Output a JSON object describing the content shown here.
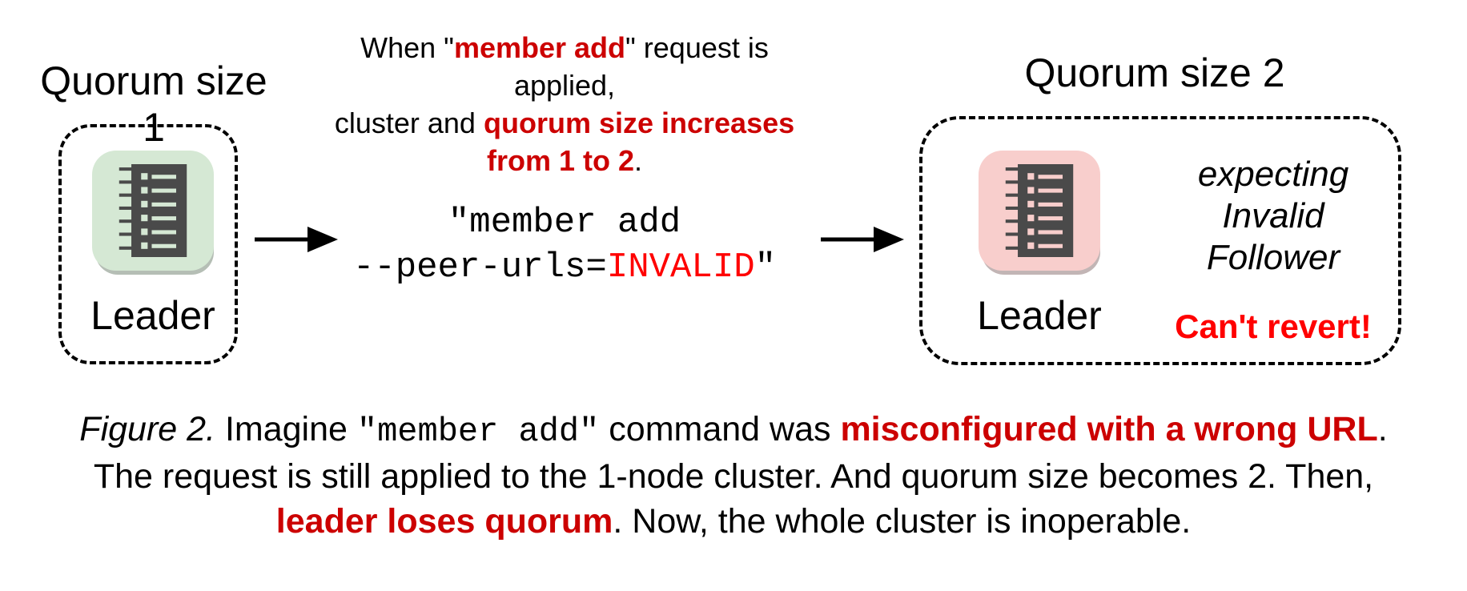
{
  "colors": {
    "red_emphasis": "#cc0000",
    "red_bright": "#ff0000",
    "node_green_bg": "#d5e8d4",
    "node_pink_bg": "#f8cecc",
    "icon_glyph": "#4a4a4a",
    "border": "#000000"
  },
  "left_cluster": {
    "title": "Quorum size 1",
    "node_label": "Leader"
  },
  "annotation": {
    "line1_pre": "When \"",
    "line1_em": "member add",
    "line1_post": "\" request is applied,",
    "line2_pre": "cluster and ",
    "line2_em": "quorum size increases",
    "line3_em": "from 1 to 2",
    "line3_post": "."
  },
  "command": {
    "line1": "\"member add",
    "line2_pre": "--peer-urls=",
    "line2_em": "INVALID",
    "line2_post": "\""
  },
  "right_cluster": {
    "title": "Quorum size 2",
    "node_label": "Leader",
    "note_lines": [
      "expecting",
      "Invalid",
      "Follower"
    ],
    "warning": "Can't revert!"
  },
  "caption": {
    "fig_label": "Figure 2.",
    "l1_a": " Imagine ",
    "l1_code": "\"member add\"",
    "l1_b": " command was ",
    "l1_em": "misconfigured with a wrong URL",
    "l1_c": ".",
    "l2": "The request is still applied to the 1-node cluster. And quorum size becomes 2. Then,",
    "l3_em": "leader loses quorum",
    "l3_a": ". Now, the whole cluster is inoperable."
  }
}
